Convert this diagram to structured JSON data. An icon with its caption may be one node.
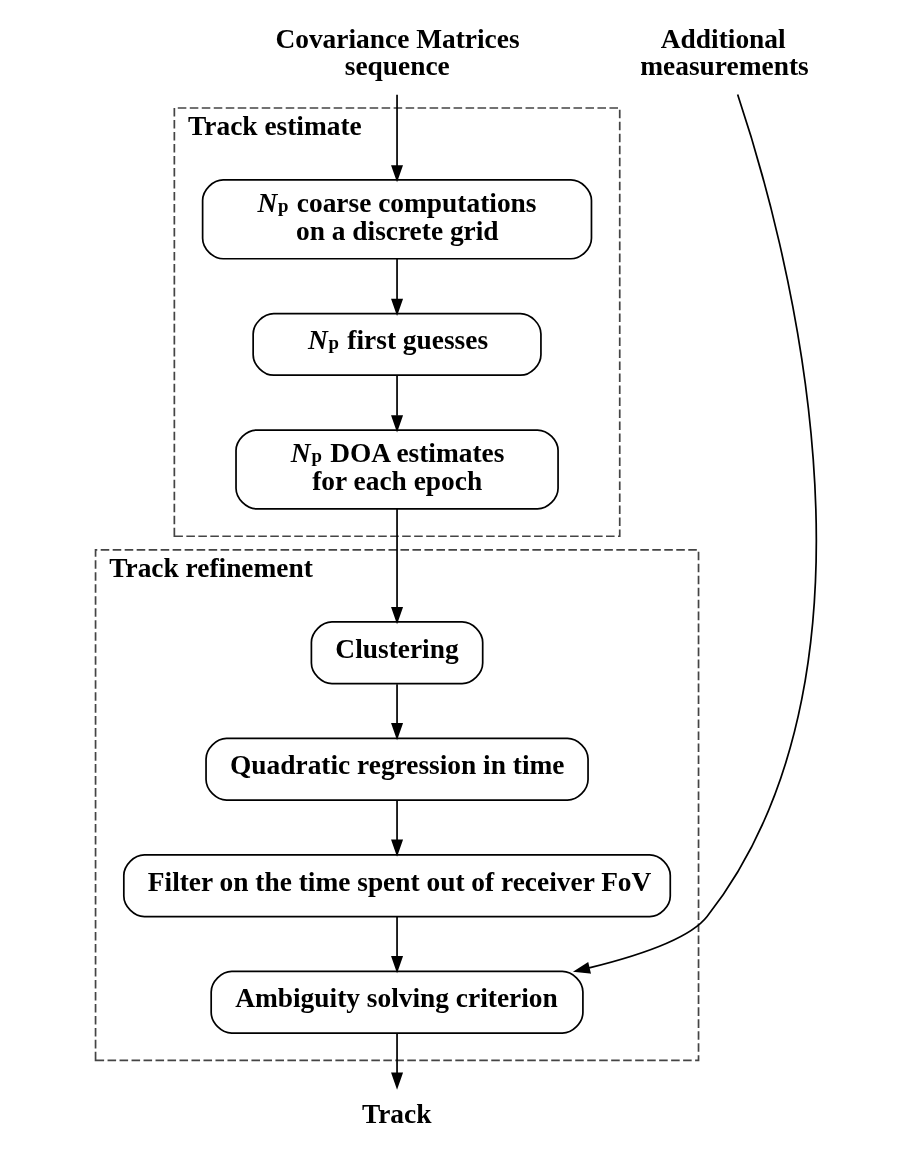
{
  "diagram": {
    "nodes": [
      {
        "text": [
          "Covariance Matrices sequence"
        ]
      },
      {
        "text": [
          "Additional measurements"
        ]
      },
      {
        "text": [
          "Track estimate"
        ]
      },
      {
        "text": [
          "*N*$_{p}$ coarse computations on a discrete grid"
        ],
        "in": 2
      },
      {
        "text": [
          "*N*$_{p}$ first guesses"
        ],
        "in": 2
      },
      {
        "text": [
          "*N*$_{p}$ DOA estimates for each epoch"
        ],
        "in": 2
      },
      {
        "text": [
          "Track refinement"
        ]
      },
      {
        "text": [
          "Clustering"
        ],
        "in": 6
      },
      {
        "text": [
          "Quadratic regression in time"
        ],
        "in": 6
      },
      {
        "text": [
          "Filter on the time spent out of receiver FoV"
        ],
        "in": 6
      },
      {
        "text": [
          "Ambiguity solving criterion"
        ],
        "in": 6
      },
      {
        "text": [
          "Track"
        ]
      }
    ],
    "edges": [
      {
        "from": 0,
        "to": 3,
        "arrow": "to"
      },
      {
        "from": 3,
        "to": 4,
        "arrow": "to"
      },
      {
        "from": 4,
        "to": 5,
        "arrow": "to"
      },
      {
        "from": 5,
        "to": 7,
        "arrow": "to"
      },
      {
        "from": 7,
        "to": 8,
        "arrow": "to"
      },
      {
        "from": 8,
        "to": 9,
        "arrow": "to"
      },
      {
        "from": 9,
        "to": 10,
        "arrow": "to"
      },
      {
        "from": 1,
        "to": 10,
        "arrow": "to"
      },
      {
        "from": 10,
        "to": 11,
        "arrow": "to"
      }
    ]
  }
}
